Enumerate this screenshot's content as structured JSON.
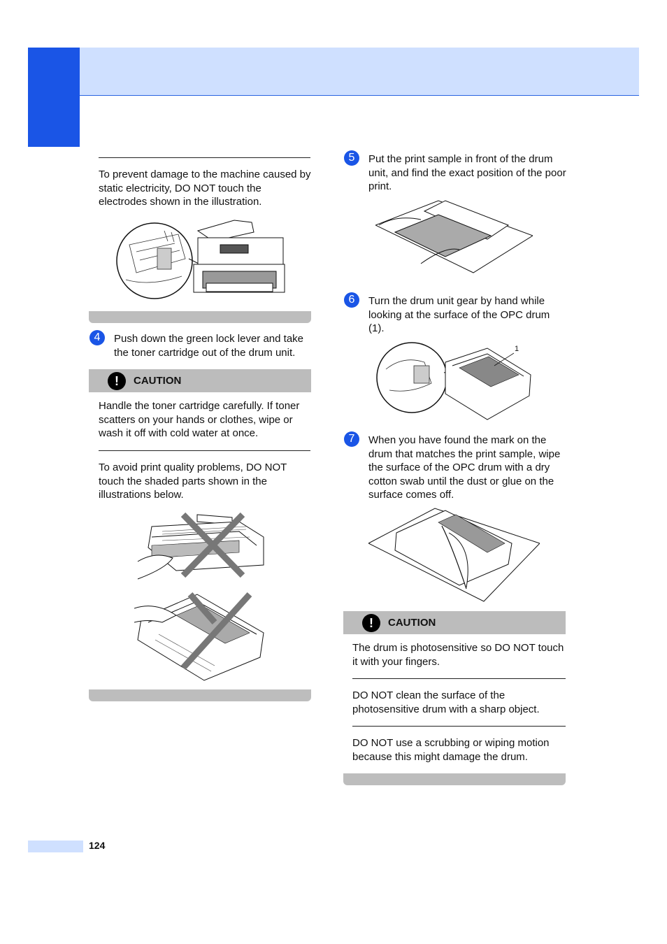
{
  "page": {
    "number": "124"
  },
  "left_column": {
    "note1": "To prevent damage to the machine caused by static electricity, DO NOT touch the electrodes shown in the illustration.",
    "step4": {
      "number": "4",
      "text": "Push down the green lock lever and take the toner cartridge out of the drum unit."
    },
    "caution1": {
      "label": "CAUTION",
      "text1": "Handle the toner cartridge carefully. If toner scatters on your hands or clothes, wipe or wash it off with cold water at once.",
      "text2": "To avoid print quality problems, DO NOT touch the shaded parts shown in the illustrations below."
    }
  },
  "right_column": {
    "step5": {
      "number": "5",
      "text": "Put the print sample in front of the drum unit, and find the exact position of the poor print."
    },
    "step6": {
      "number": "6",
      "text": "Turn the drum unit gear by hand while looking at the surface of the OPC drum (1).",
      "callout": "1"
    },
    "step7": {
      "number": "7",
      "text": "When you have found the mark on the drum that matches the print sample, wipe the surface of the OPC drum with a dry cotton swab until the dust or glue on the surface comes off."
    },
    "caution2": {
      "label": "CAUTION",
      "items": [
        "The drum is photosensitive so DO NOT touch it with your fingers.",
        "DO NOT clean the surface of the photosensitive drum with a sharp object.",
        "DO NOT use a scrubbing or wiping motion because this might damage the drum."
      ]
    }
  },
  "icons": {
    "caution": "exclamation-icon"
  },
  "colors": {
    "accent": "#1a55e6",
    "header_band": "#cfe0ff",
    "caution_bar": "#bcbcbc"
  }
}
